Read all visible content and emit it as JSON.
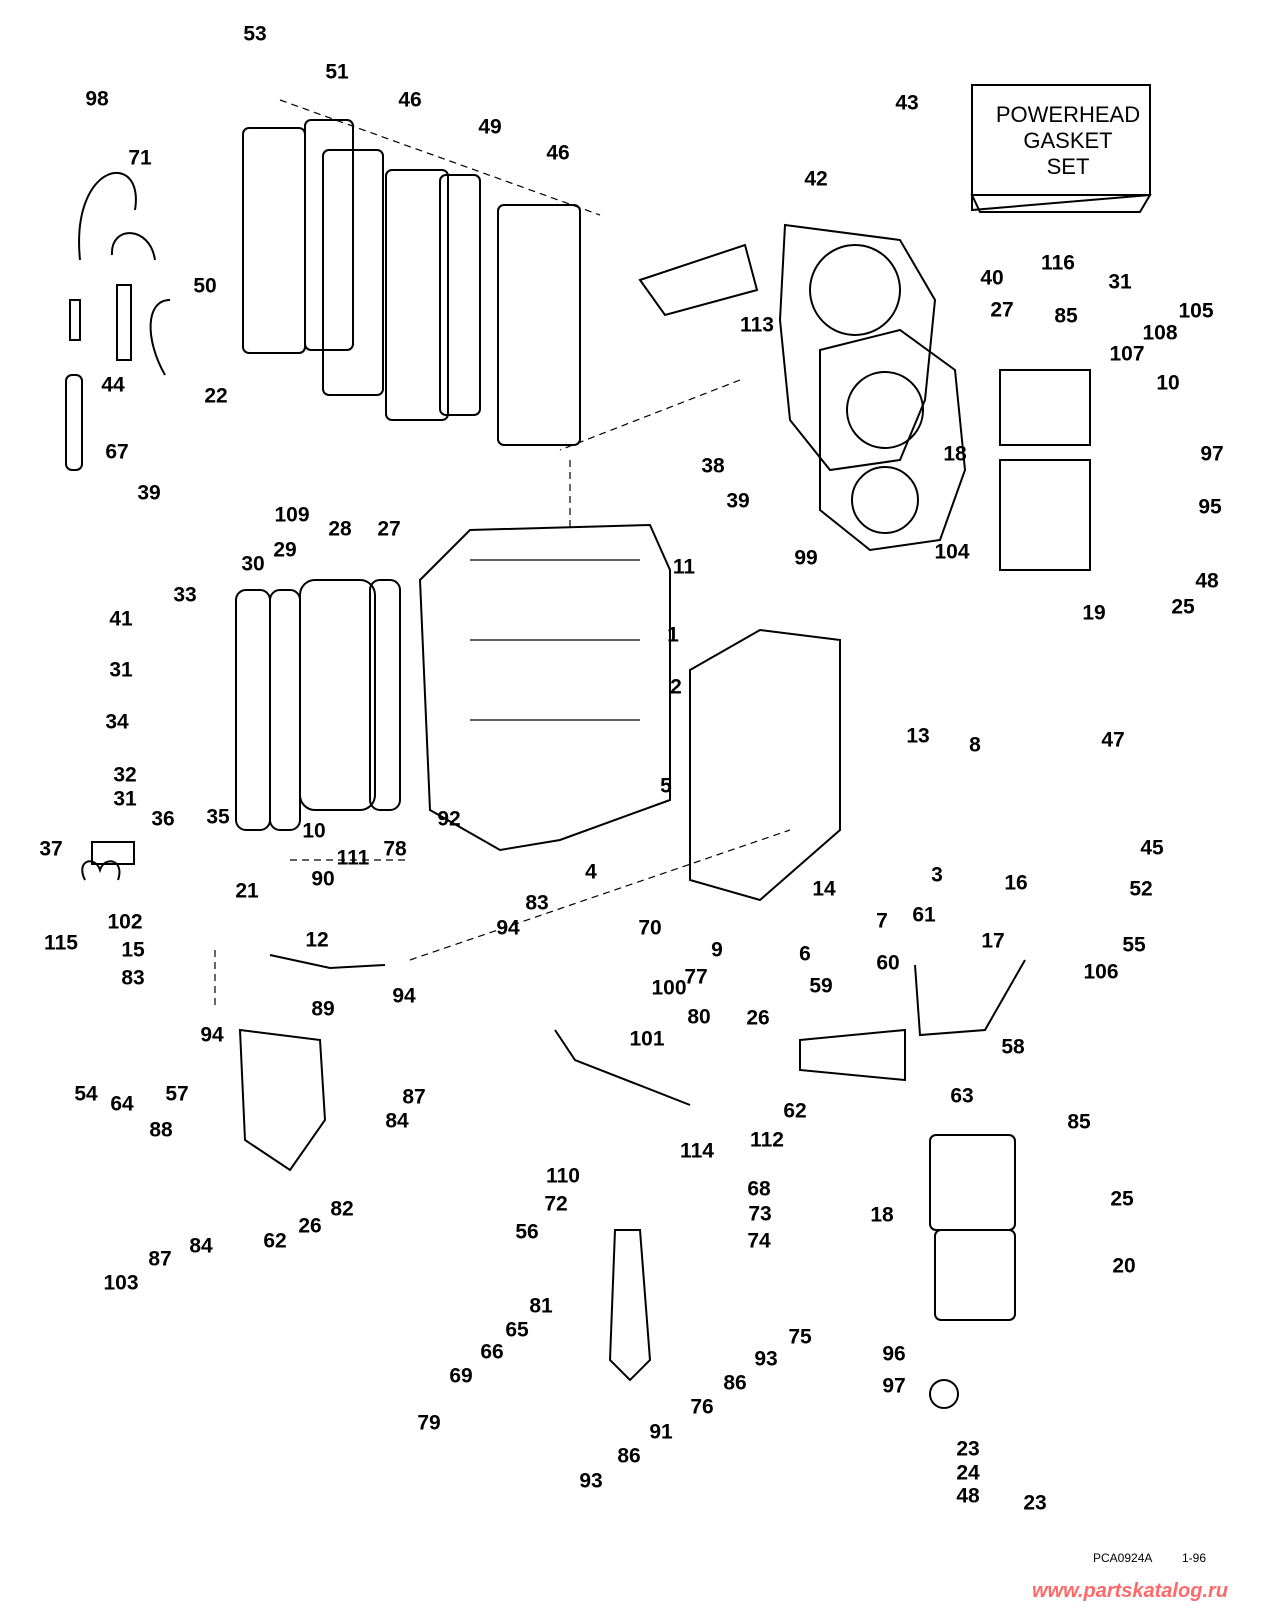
{
  "diagram": {
    "kit_box": {
      "lines": [
        "POWERHEAD",
        "GASKET",
        "SET"
      ],
      "number": "116"
    },
    "callouts": [
      "53",
      "51",
      "46",
      "49",
      "46",
      "98",
      "71",
      "50",
      "44",
      "22",
      "67",
      "43",
      "42",
      "40",
      "27",
      "31",
      "85",
      "105",
      "108",
      "113",
      "107",
      "10",
      "38",
      "39",
      "18",
      "97",
      "95",
      "48",
      "19",
      "25",
      "39",
      "109",
      "28",
      "27",
      "30",
      "29",
      "11",
      "99",
      "104",
      "33",
      "41",
      "1",
      "2",
      "31",
      "34",
      "8",
      "13",
      "47",
      "32",
      "31",
      "5",
      "36",
      "35",
      "10",
      "92",
      "45",
      "37",
      "111",
      "78",
      "3",
      "4",
      "52",
      "90",
      "14",
      "16",
      "21",
      "83",
      "115",
      "102",
      "94",
      "70",
      "7",
      "9",
      "6",
      "17",
      "61",
      "55",
      "106",
      "15",
      "12",
      "77",
      "60",
      "100",
      "59",
      "83",
      "94",
      "89",
      "80",
      "26",
      "58",
      "94",
      "101",
      "54",
      "64",
      "57",
      "84",
      "87",
      "63",
      "62",
      "85",
      "88",
      "114",
      "112",
      "110",
      "68",
      "82",
      "84",
      "26",
      "62",
      "87",
      "103",
      "72",
      "73",
      "56",
      "25",
      "18",
      "74",
      "20",
      "75",
      "93",
      "86",
      "81",
      "65",
      "66",
      "69",
      "76",
      "91",
      "79",
      "86",
      "93",
      "96",
      "97",
      "23",
      "24",
      "48",
      "23"
    ],
    "reference_code": "PCA0924A",
    "revision": "1-96",
    "watermark": "www.partskatalog.ru"
  }
}
